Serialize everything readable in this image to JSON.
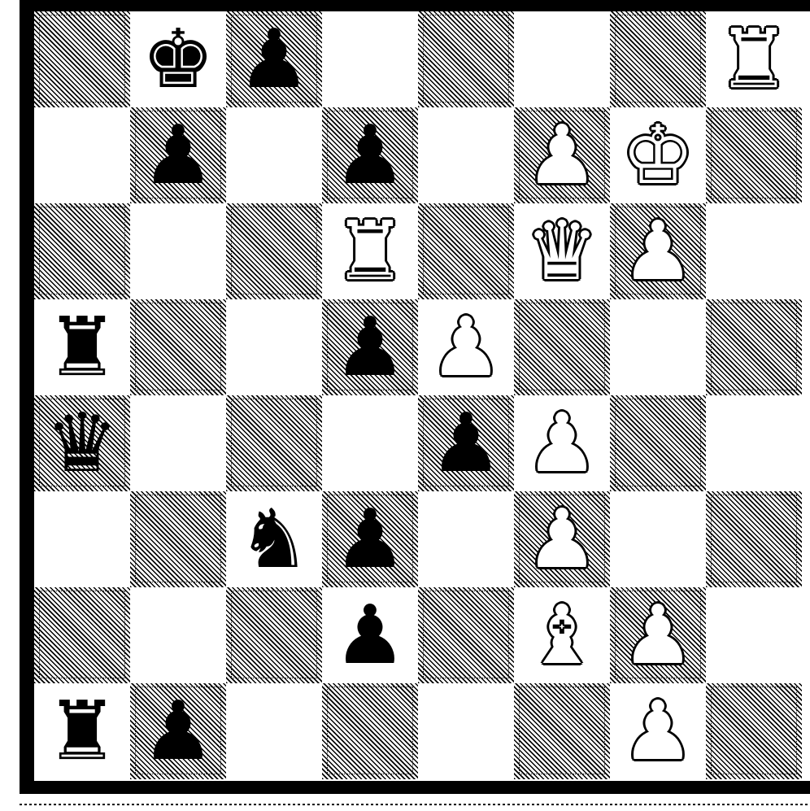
{
  "board": {
    "ranks": [
      [
        null,
        {
          "piece": "king",
          "color": "black",
          "glyph": "♚"
        },
        {
          "piece": "pawn",
          "color": "black",
          "glyph": "♟"
        },
        null,
        null,
        null,
        null,
        {
          "piece": "rook",
          "color": "white",
          "glyph": "♜"
        }
      ],
      [
        null,
        {
          "piece": "pawn",
          "color": "black",
          "glyph": "♟"
        },
        null,
        {
          "piece": "pawn",
          "color": "black",
          "glyph": "♟"
        },
        null,
        {
          "piece": "pawn",
          "color": "white",
          "glyph": "♟"
        },
        {
          "piece": "king",
          "color": "white",
          "glyph": "♚"
        },
        null
      ],
      [
        null,
        null,
        null,
        {
          "piece": "rook",
          "color": "white",
          "glyph": "♜"
        },
        null,
        {
          "piece": "queen",
          "color": "white",
          "glyph": "♛"
        },
        {
          "piece": "pawn",
          "color": "white",
          "glyph": "♟"
        },
        null
      ],
      [
        {
          "piece": "rook",
          "color": "black",
          "glyph": "♜"
        },
        null,
        null,
        {
          "piece": "pawn",
          "color": "black",
          "glyph": "♟"
        },
        {
          "piece": "pawn",
          "color": "white",
          "glyph": "♟"
        },
        null,
        null,
        null
      ],
      [
        {
          "piece": "queen",
          "color": "black",
          "glyph": "♛"
        },
        null,
        null,
        null,
        {
          "piece": "pawn",
          "color": "black",
          "glyph": "♟"
        },
        {
          "piece": "pawn",
          "color": "white",
          "glyph": "♟"
        },
        null,
        null
      ],
      [
        null,
        null,
        {
          "piece": "knight",
          "color": "black",
          "glyph": "♞"
        },
        {
          "piece": "pawn",
          "color": "black",
          "glyph": "♟"
        },
        null,
        {
          "piece": "pawn",
          "color": "white",
          "glyph": "♟"
        },
        null,
        null
      ],
      [
        null,
        null,
        null,
        {
          "piece": "pawn",
          "color": "black",
          "glyph": "♟"
        },
        null,
        {
          "piece": "bishop",
          "color": "white",
          "glyph": "♝"
        },
        {
          "piece": "pawn",
          "color": "white",
          "glyph": "♟"
        },
        null
      ],
      [
        {
          "piece": "rook",
          "color": "black",
          "glyph": "♜"
        },
        {
          "piece": "pawn",
          "color": "black",
          "glyph": "♟"
        },
        null,
        null,
        null,
        null,
        {
          "piece": "pawn",
          "color": "white",
          "glyph": "♟"
        },
        null
      ]
    ],
    "dark_square_parity": 0,
    "colors": {
      "ink": "#000000",
      "paper": "#ffffff"
    }
  }
}
